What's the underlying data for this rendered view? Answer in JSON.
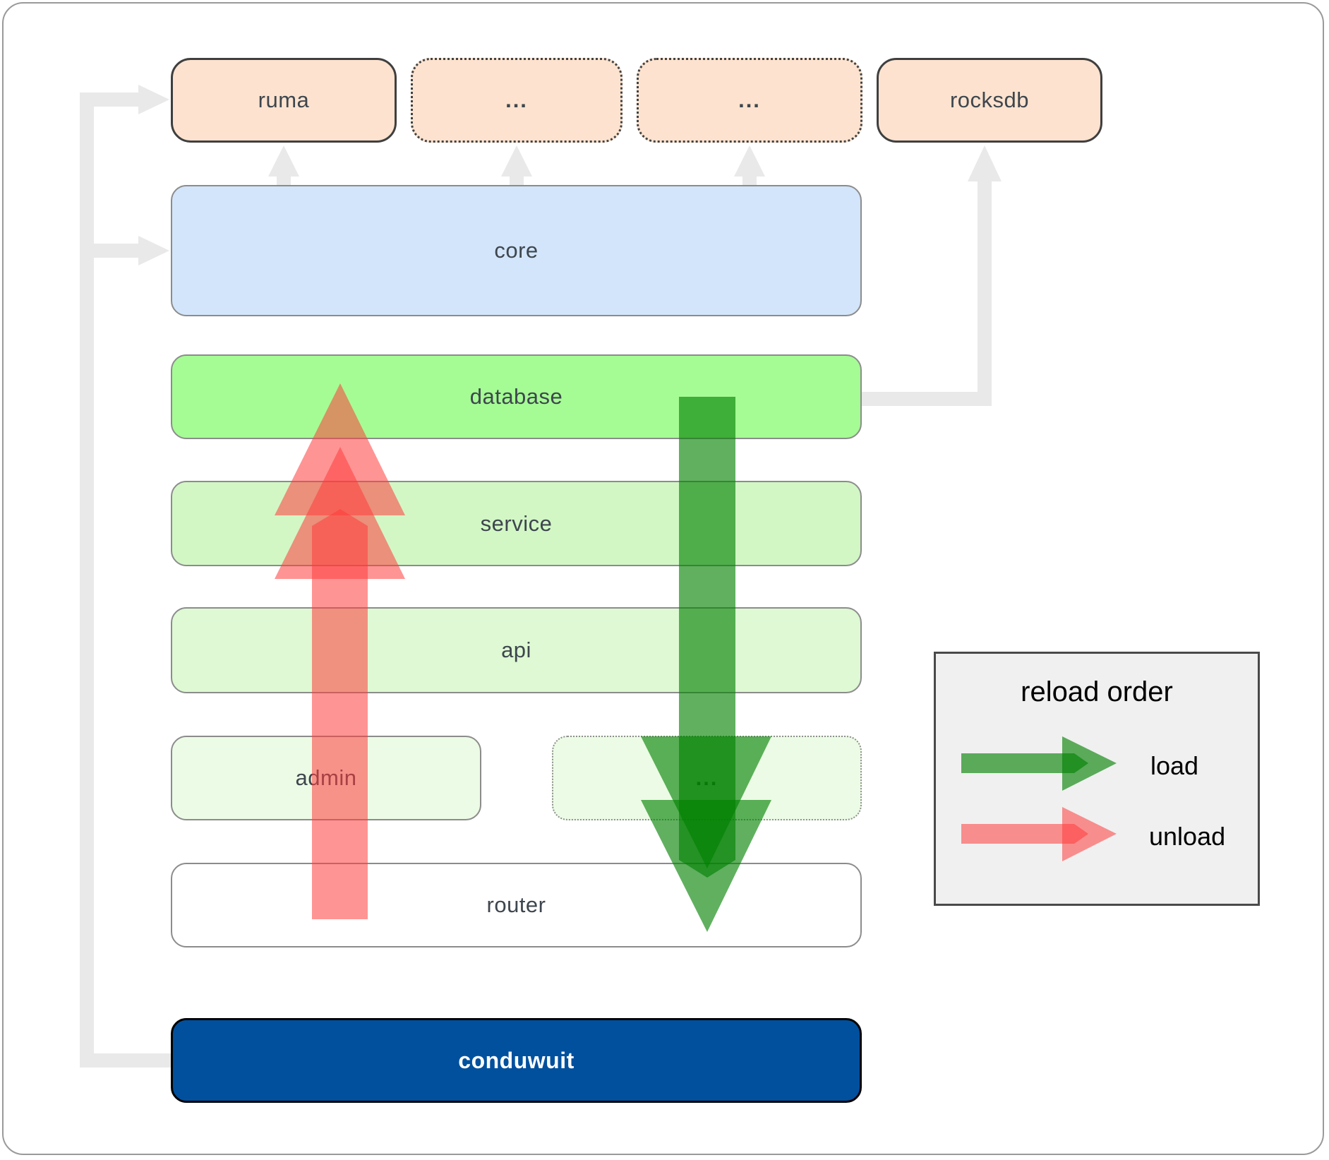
{
  "boxes": {
    "ruma": "ruma",
    "dots1": "...",
    "dots2": "...",
    "rocksdb": "rocksdb",
    "core": "core",
    "database": "database",
    "service": "service",
    "api": "api",
    "admin": "admin",
    "dots3": "...",
    "router": "router",
    "conduwuit": "conduwuit"
  },
  "legend": {
    "title": "reload order",
    "load_label": "load",
    "unload_label": "unload"
  },
  "colors": {
    "load_arrow": "#008000",
    "unload_arrow": "#ff3c3c",
    "gray_connector": "#e9e9e9",
    "peach_fill": "#fde3cf",
    "core_fill": "#d3e5fa",
    "database_fill": "#a5fc94",
    "service_fill": "#d2f7c5",
    "api_fill": "#def9d3",
    "admin_fill": "#ecfbe5",
    "router_fill": "#ffffff",
    "conduwuit_fill": "#01509e",
    "legend_bg": "#f0f0f0"
  }
}
